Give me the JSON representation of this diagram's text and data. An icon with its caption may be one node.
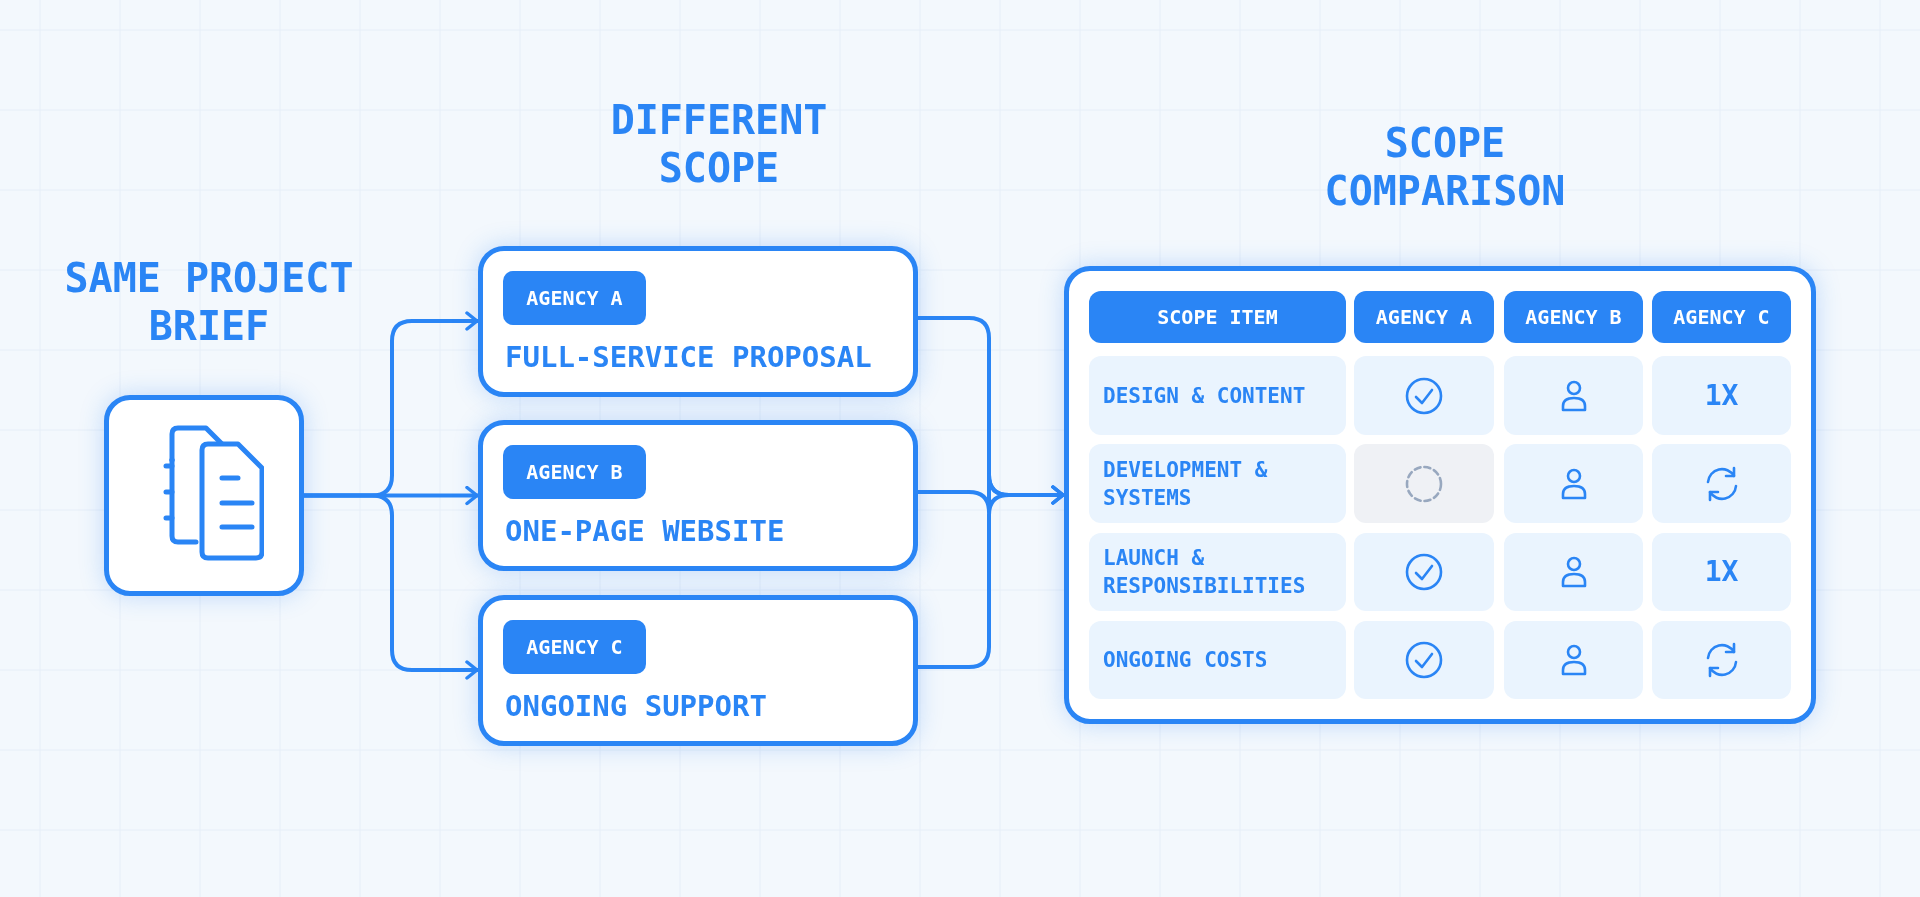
{
  "diagram": {
    "nodes": [
      {
        "text": [
          "SAME PROJECT BRIEF"
        ]
      },
      {
        "text": [
          "AGENCY A",
          "FULL-SERVICE PROPOSAL"
        ]
      },
      {
        "text": [
          "AGENCY B",
          "ONE-PAGE WEBSITE"
        ]
      },
      {
        "text": [
          "AGENCY C",
          "ONGOING SUPPORT"
        ]
      },
      {
        "text": [
          "SCOPE COMPARISON"
        ]
      }
    ],
    "edges": [
      {
        "from": 0,
        "to": 1,
        "arrow": "to"
      },
      {
        "from": 0,
        "to": 2,
        "arrow": "to"
      },
      {
        "from": 0,
        "to": 3,
        "arrow": "to"
      },
      {
        "from": 1,
        "to": 4,
        "arrow": "to"
      },
      {
        "from": 2,
        "to": 4,
        "arrow": "to"
      },
      {
        "from": 3,
        "to": 4,
        "arrow": "to"
      }
    ],
    "labels": [
      "DIFFERENT SCOPE",
      "SCOPE ITEM",
      "AGENCY A",
      "AGENCY B",
      "AGENCY C",
      "DESIGN & CONTENT",
      "1X",
      "DEVELOPMENT & SYSTEMS",
      "LAUNCH & RESPONSIBILITIES",
      "1X",
      "ONGOING COSTS"
    ]
  }
}
